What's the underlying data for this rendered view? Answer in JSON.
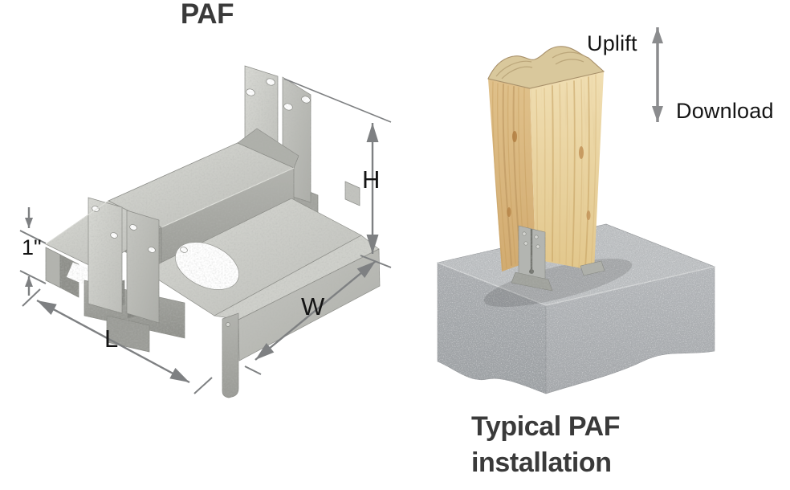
{
  "colors": {
    "background": "#ffffff",
    "dimension_gray": "#7e8082",
    "load_arrow_gray": "#8b8c8e",
    "label_black": "#141414",
    "caption_gray": "#3a3a3a",
    "metal_light": "#d4d5d0",
    "metal_dark": "#93948f",
    "wood_tan": "#e0c08a",
    "concrete_gray": "#aeb1b4"
  },
  "left_figure": {
    "caption": "PAF",
    "dimensions": {
      "standoff_label": "1\"",
      "length_label": "L",
      "width_label": "W",
      "height_label": "H"
    }
  },
  "right_figure": {
    "caption_line1": "Typical PAF",
    "caption_line2": "installation",
    "load_labels": {
      "uplift": "Uplift",
      "download": "Download"
    }
  }
}
